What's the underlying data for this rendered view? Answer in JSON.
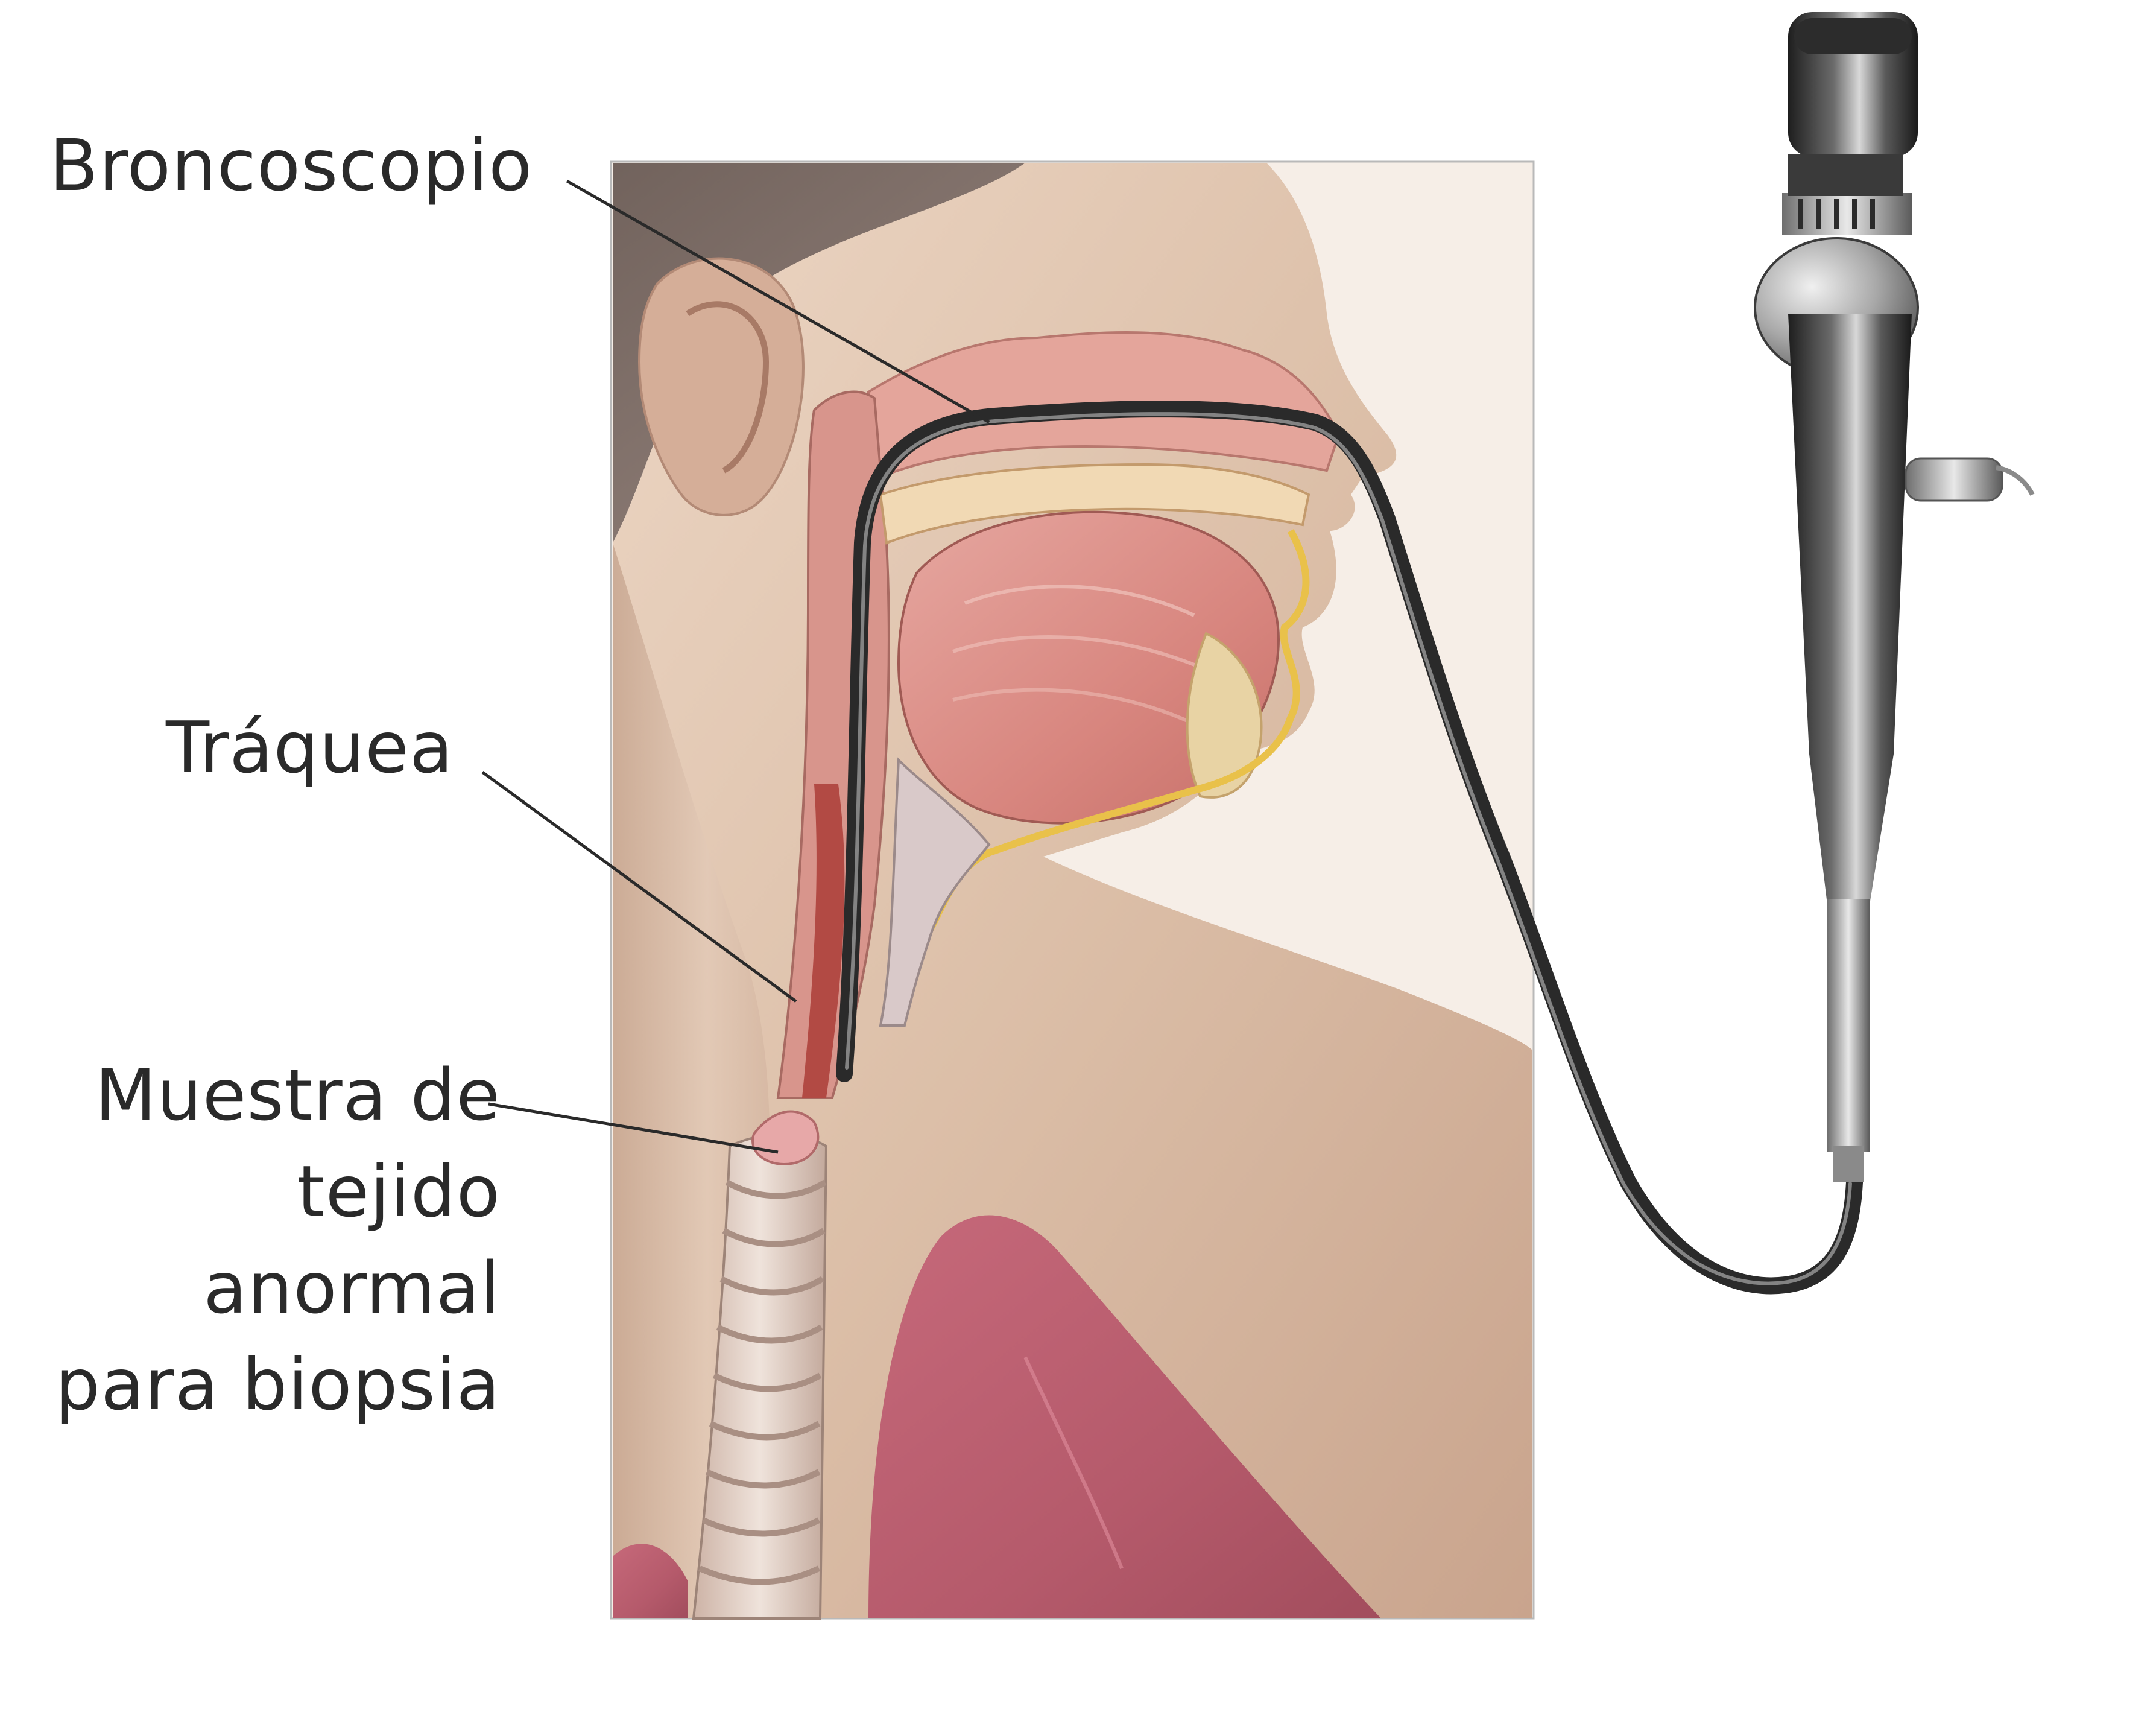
{
  "labels": {
    "bronchoscope": "Broncoscopio",
    "trachea": "Tráquea",
    "biopsy": [
      "Muestra de",
      "tejido",
      "anormal",
      "para biopsia"
    ]
  },
  "icons": [
    "bronchoscope-instrument"
  ]
}
